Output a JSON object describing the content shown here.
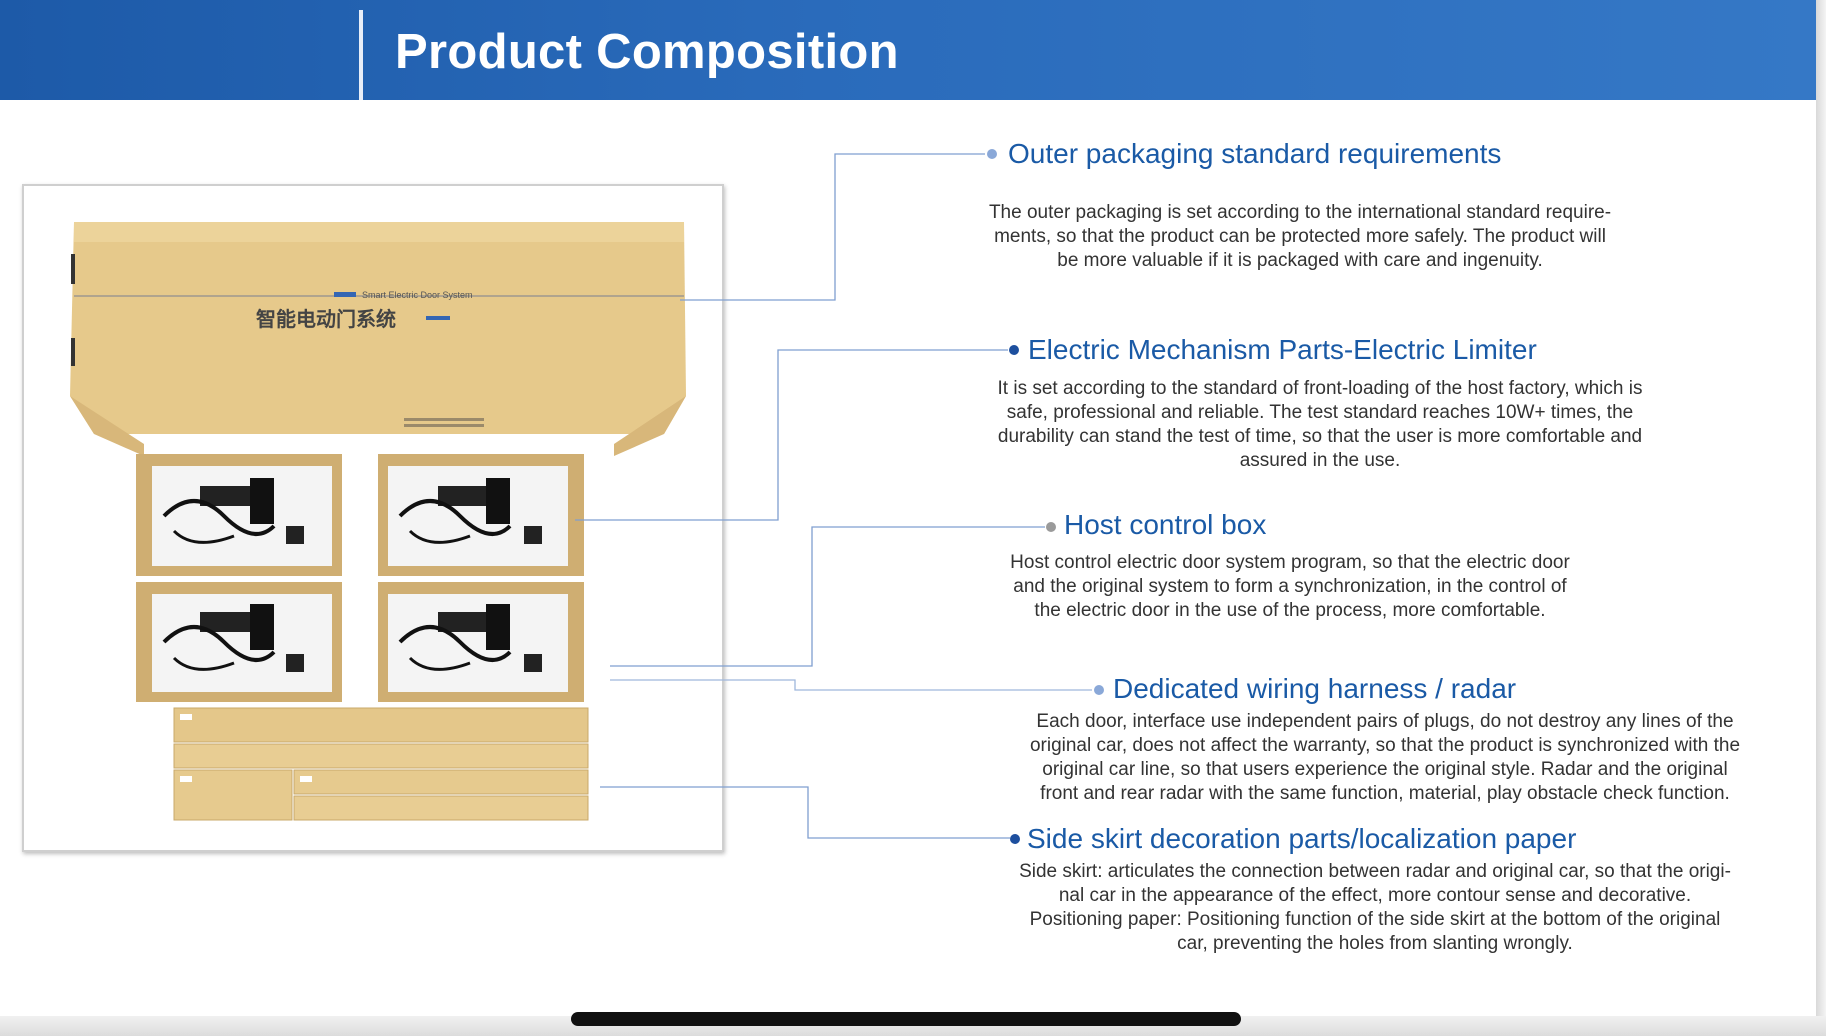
{
  "header": {
    "title": "Product Composition"
  },
  "photo": {
    "box_text_en": "Smart Electric Door System",
    "box_text_cn": "智能电动门系统"
  },
  "items": [
    {
      "title": "Outer packaging standard requirements",
      "description": "The outer packaging is set according to the international standard require-\nments, so that the product can be protected more safely. The product will\nbe more valuable if it is packaged with care and ingenuity."
    },
    {
      "title": "Electric Mechanism Parts-Electric Limiter",
      "description": "It is set according to the standard of front-loading of the host factory, which is\nsafe, professional and reliable. The test standard reaches 10W+ times, the\ndurability can stand the test of time, so that the user is more comfortable and\nassured in the use."
    },
    {
      "title": "Host control box",
      "description": "Host control electric door system program, so that the electric door\nand the original system to form a synchronization, in the control of\nthe electric door in the use of the process, more comfortable."
    },
    {
      "title": "Dedicated wiring harness / radar",
      "description": "Each door, interface use independent pairs of plugs, do not destroy any lines of the\noriginal car, does not affect the warranty, so that the product is synchronized with the\noriginal car line, so that users experience the original style. Radar and the original\nfront and rear radar with the same function, material, play obstacle check function."
    },
    {
      "title": "Side skirt decoration parts/localization paper",
      "description": "Side skirt: articulates the connection between radar and original car, so that the origi-\nnal car in the appearance of the effect, more contour sense and decorative.\nPositioning paper: Positioning function of the side skirt at the bottom of the original\ncar, preventing the holes from slanting wrongly."
    }
  ],
  "colors": {
    "header_bg": "#2a6bbb",
    "title_text": "#1a5aa6",
    "body_text": "#333333",
    "connector": "#7f9fd0",
    "dot_light": "#8aa8d8",
    "dot_dark": "#1d4f9e"
  }
}
